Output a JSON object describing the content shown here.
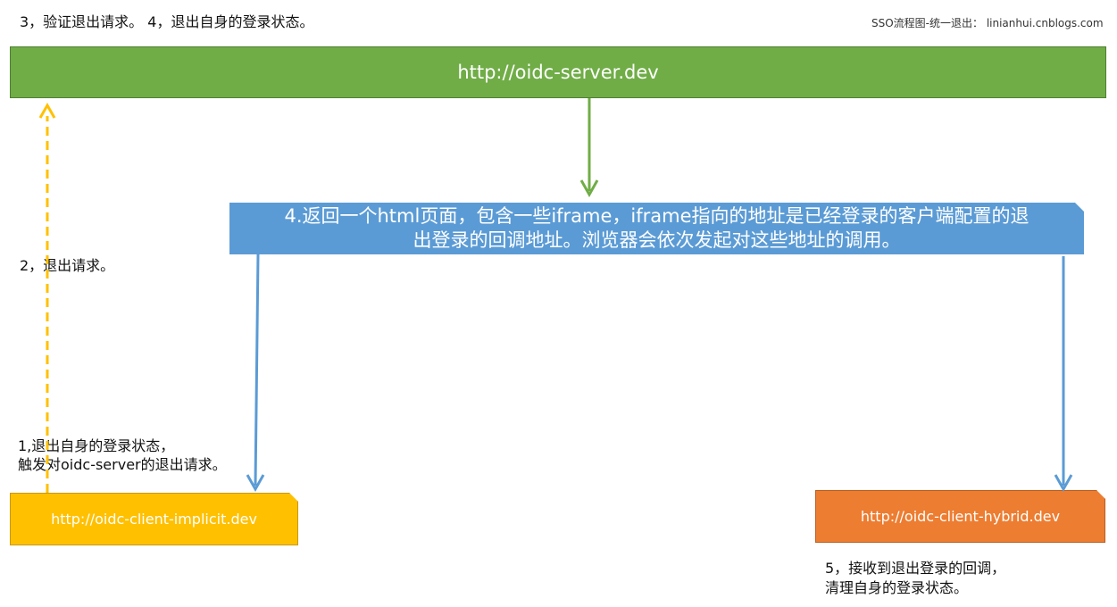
{
  "header": {
    "steps_text": "3，验证退出请求。   4，退出自身的登录状态。",
    "credit_text": "SSO流程图-统一退出： linianhui.cnblogs.com"
  },
  "nodes": {
    "server_label": "http://oidc-server.dev",
    "client_implicit_label": "http://oidc-client-implicit.dev",
    "client_hybrid_label": "http://oidc-client-hybrid.dev"
  },
  "callout": {
    "line1": "4.返回一个html页面，包含一些iframe，iframe指向的地址是已经登录的客户端配置的退",
    "line2": "出登录的回调地址。浏览器会依次发起对这些地址的调用。"
  },
  "annotations": {
    "step2": "2，退出请求。",
    "step1_line1": "1,退出自身的登录状态，",
    "step1_line2": "触发对oidc-server的退出请求。",
    "step5_line1": "5，接收到退出登录的回调，",
    "step5_line2": "清理自身的登录状态。"
  },
  "colors": {
    "server": "#70ad47",
    "callout": "#5b9bd5",
    "client_implicit": "#ffc000",
    "client_hybrid": "#ed7d31",
    "dashed_arrow": "#ffc000",
    "green_arrow": "#70ad47",
    "blue_arrow": "#5b9bd5"
  }
}
